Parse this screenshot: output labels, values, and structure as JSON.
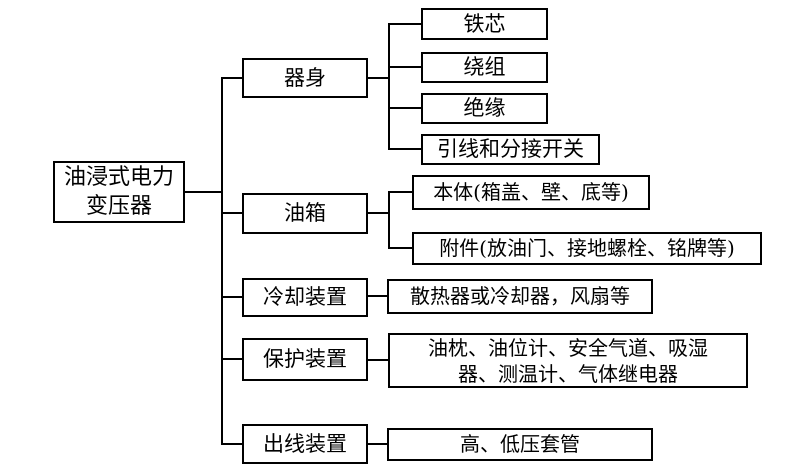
{
  "diagram": {
    "title_hint": "oil-immersed power transformer structure tree",
    "colors": {
      "line": "#000000",
      "background": "#ffffff",
      "text": "#000000"
    },
    "root": {
      "label": "油浸式电力\n变压器"
    },
    "branches": [
      {
        "label": "器身",
        "children": [
          "铁芯",
          "绕组",
          "绝缘",
          "引线和分接开关"
        ]
      },
      {
        "label": "油箱",
        "children": [
          "本体(箱盖、壁、底等)",
          "附件(放油门、接地螺栓、铭牌等)"
        ]
      },
      {
        "label": "冷却装置",
        "children": [
          "散热器或冷却器，风扇等"
        ]
      },
      {
        "label": "保护装置",
        "children": [
          "油枕、油位计、安全气道、吸湿\n器、测温计、气体继电器"
        ]
      },
      {
        "label": "出线装置",
        "children": [
          "高、低压套管"
        ]
      }
    ]
  }
}
